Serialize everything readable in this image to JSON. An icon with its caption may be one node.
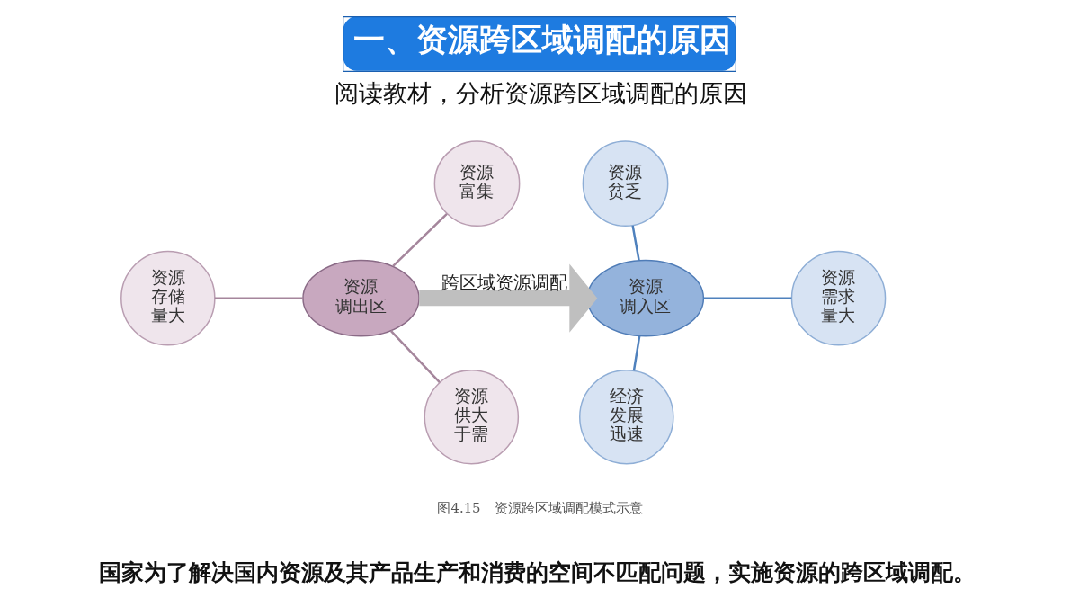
{
  "diagram": {
    "title": "一、资源跨区域调配的原因",
    "caption": "图4.15　资源跨区域调配模式示意",
    "nodes": [
      {
        "text": [
          "资源富集"
        ]
      },
      {
        "text": [
          "资源存储量大"
        ]
      },
      {
        "text": [
          "资源供大于需"
        ]
      },
      {
        "text": [
          "资源调出区"
        ]
      },
      {
        "text": [
          "资源调入区"
        ]
      },
      {
        "text": [
          "资源贫乏"
        ]
      },
      {
        "text": [
          "资源需求量大"
        ]
      },
      {
        "text": [
          "经济发展迅速"
        ]
      }
    ],
    "edges": [
      {
        "from": 0,
        "to": 3,
        "arrow": "none",
        "color": "#a5869c"
      },
      {
        "from": 1,
        "to": 3,
        "arrow": "none",
        "color": "#a5869c"
      },
      {
        "from": 3,
        "to": 2,
        "arrow": "none",
        "color": "#a5869c"
      },
      {
        "from": 3,
        "to": 4,
        "arrow": "to",
        "label": "跨区域资源调配",
        "style": "thick",
        "color": "#bfbfbf"
      },
      {
        "from": 5,
        "to": 4,
        "arrow": "none",
        "color": "#4f81bd"
      },
      {
        "from": 4,
        "to": 6,
        "arrow": "none",
        "color": "#4f81bd"
      },
      {
        "from": 4,
        "to": 7,
        "arrow": "none",
        "color": "#4f81bd"
      }
    ],
    "labels": [
      "阅读教材，分析资源跨区域调配的原因",
      "国家为了解决国内资源及其产品生产和消费的空间不匹配问题，实施资源的跨区域调配。"
    ]
  }
}
